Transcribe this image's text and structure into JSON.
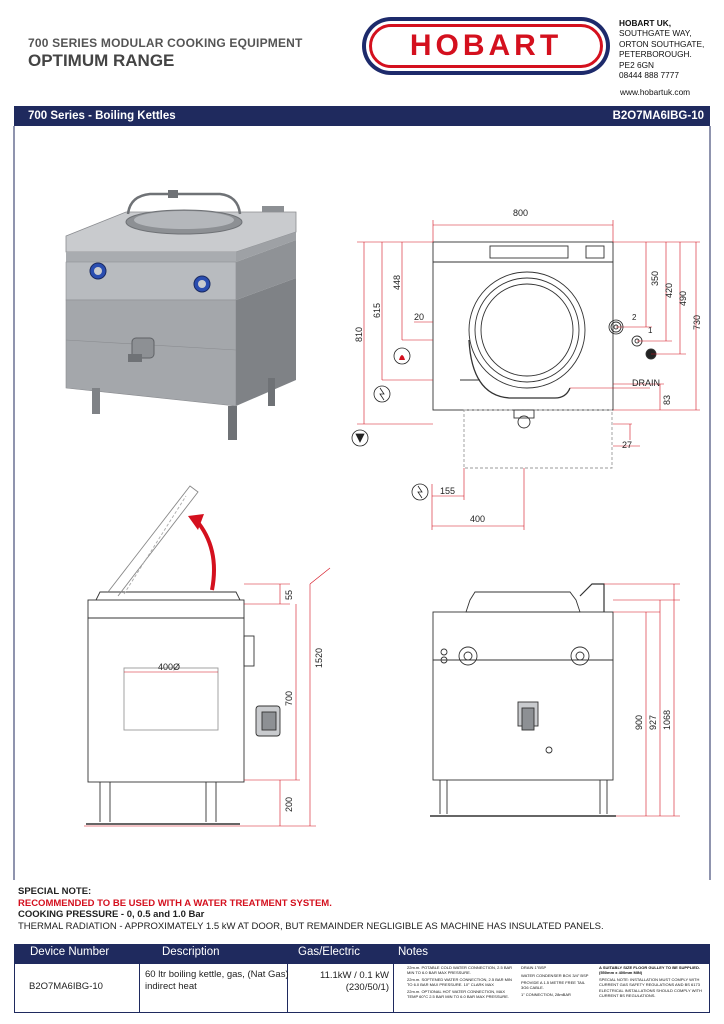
{
  "header": {
    "line1": "700 SERIES MODULAR COOKING EQUIPMENT",
    "line2": "OPTIMUM RANGE",
    "logo_text": "HOBART",
    "address": [
      "HOBART UK,",
      "SOUTHGATE WAY,",
      "ORTON SOUTHGATE,",
      "PETERBOROUGH.",
      "PE2 6GN",
      "08444 888 7777"
    ],
    "website": "www.hobartuk.com"
  },
  "title_bar": {
    "left": "700 Series - Boiling Kettles",
    "right": "B2O7MA6IBG-10"
  },
  "dimensions": {
    "top_width": "800",
    "d448": "448",
    "d615": "615",
    "d810": "810",
    "d20": "20",
    "d350": "350",
    "d420": "420",
    "d490": "490",
    "d730": "730",
    "d83": "83",
    "d27": "27",
    "d155": "155",
    "d400": "400",
    "drain": "DRAIN",
    "conn1": "1",
    "conn2": "2",
    "d55": "55",
    "d1520": "1520",
    "d700": "700",
    "d200": "200",
    "dia400": "400Ø",
    "d900": "900",
    "d927": "927",
    "d1068": "1068"
  },
  "special_note": {
    "title": "SPECIAL NOTE:",
    "red_line": "RECOMMENDED TO BE USED WITH A WATER TREATMENT SYSTEM.",
    "pressure": "COOKING PRESSURE - 0, 0.5 and 1.0 Bar",
    "thermal": "THERMAL RADIATION - APPROXIMATELY 1.5 kW AT DOOR, BUT REMAINDER NEGLIGIBLE AS MACHINE HAS INSULATED PANELS."
  },
  "table": {
    "headers": [
      "Device Number",
      "Description",
      "Gas/Electric",
      "Notes"
    ],
    "device": "B2O7MA6IBG-10",
    "description": "60 ltr boiling kettle, gas, (Nat Gas) indirect heat",
    "gas_electric_1": "11.1kW / 0.1 kW",
    "gas_electric_2": "(230/50/1)",
    "notes_col1": [
      "22m.m. POTABLE COLD WATER CONNECTION, 2.5 BAR MIN TO 6.0 BAR MAX PRESSURE.",
      "22m.m. SOFTENED WATER CONNECTION, 2.5 BAR MIN TO 6.0 BAR MAX PRESSURE. 10° CLARK MAX",
      "22m.m. OPTIONAL HOT WATER CONNECTION, MAX TEMP 60°C 2.5 BAR MIN TO 6.0 BAR MAX PRESSURE."
    ],
    "notes_col2": [
      "DRAIN 1\"BSP",
      "WATER CONDENSER BOX 3/4\" BSP",
      "PROVIDE A 1.5 METRE FREE TAIL 3G6 CABLE.",
      "1\" CONNECTION, 28mBAR"
    ],
    "notes_col3": [
      "A SUITABLY SIZE FLOOR GULLEY TO BE SUPPLIED. (550mm x 400mm MIN)",
      "SPECIAL NOTE: INSTALLATION MUST COMPLY WITH CURRENT GAS SAFETY REGULATIONS AND BS 6173",
      "ELECTRICAL INSTALLATIONS SHOULD COMPLY WITH CURRENT BS REGULATIONS."
    ]
  }
}
